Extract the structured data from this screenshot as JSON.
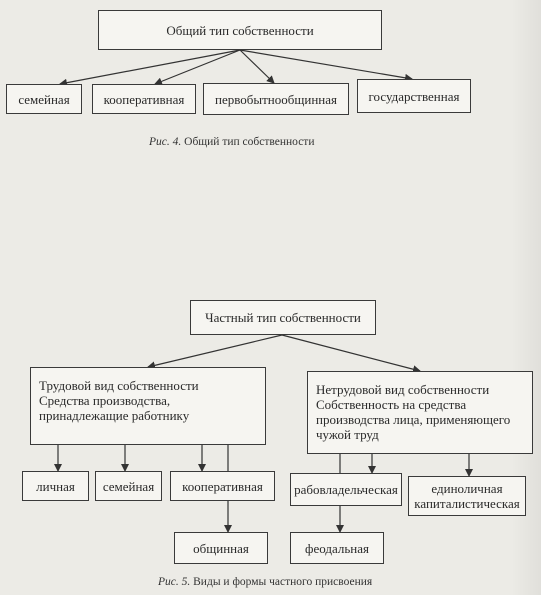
{
  "figure4": {
    "top": "Общий тип собственности",
    "children": [
      "семейная",
      "кооперативная",
      "первобытнообщинная",
      "государственная"
    ],
    "caption_label": "Рис. 4.",
    "caption_text": "Общий тип собственности"
  },
  "figure5": {
    "top": "Частный тип собственности",
    "labor": {
      "line1": "Трудовой вид собственности",
      "line2": "Средства производства,",
      "line3": "принадлежащие работнику"
    },
    "nonlabor": {
      "line1": "Нетрудовой вид собственности",
      "line2": "Собственность на средства",
      "line3": "производства лица, применяющего",
      "line4": "чужой труд"
    },
    "leaves": {
      "personal": "личная",
      "family": "семейная",
      "cooperative": "кооперативная",
      "slave": "рабовладельческая",
      "capitalist_line1": "единоличная",
      "capitalist_line2": "капиталистическая",
      "communal": "общинная",
      "feudal": "феодальная"
    },
    "caption_label": "Рис. 5.",
    "caption_text": "Виды и формы частного присвоения"
  }
}
